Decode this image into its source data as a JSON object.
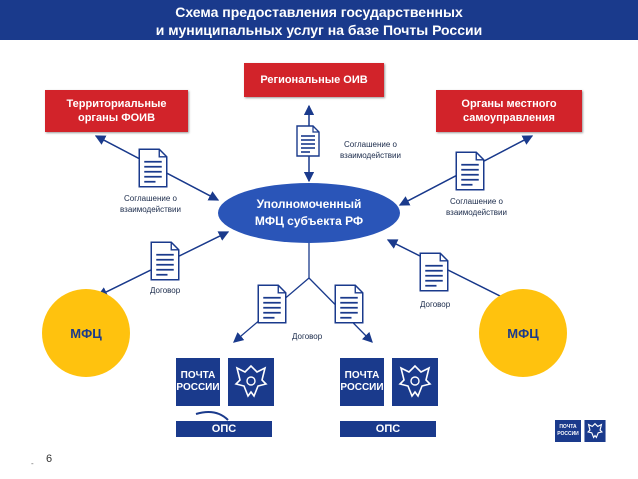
{
  "header": {
    "line1": "Схема предоставления государственных",
    "line2": "и муниципальных услуг на базе Почты России"
  },
  "nodes": {
    "regional_oiv": "Региональные ОИВ",
    "territorial_foiv_line1": "Территориальные",
    "territorial_foiv_line2": "органы ФОИВ",
    "local_gov_line1": "Органы местного",
    "local_gov_line2": "самоуправления",
    "center_line1": "Уполномоченный",
    "center_line2": "МФЦ субъекта РФ",
    "mfc_left": "МФЦ",
    "mfc_right": "МФЦ",
    "ops_left": "ОПС",
    "ops_right": "ОПС"
  },
  "labels": {
    "agreement_top_line1": "Соглашение о",
    "agreement_top_line2": "взаимодействии",
    "agreement_left_line1": "Соглашение о",
    "agreement_left_line2": "взаимодействии",
    "agreement_right_line1": "Соглашение о",
    "agreement_right_line2": "взаимодействии",
    "contract_left": "Договор",
    "contract_right": "Договор",
    "contract_bottom": "Договор"
  },
  "logos": {
    "pochta_line1": "ПОЧТА",
    "pochta_line2": "РОССИИ"
  },
  "footer": {
    "dot": "-",
    "page_number": "6"
  },
  "colors": {
    "header_blue": "#1a3a8c",
    "red": "#d2232a",
    "center_blue": "#2a55b8",
    "mfc_yellow": "#ffc20e"
  }
}
